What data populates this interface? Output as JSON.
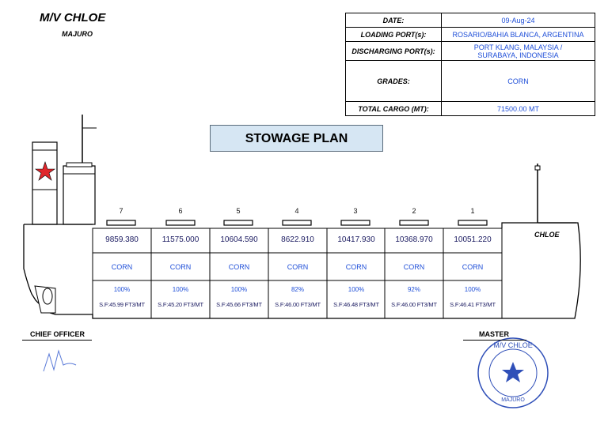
{
  "vessel": {
    "name": "M/V  CHLOE",
    "port": "MAJURO"
  },
  "info": [
    {
      "label": "DATE:",
      "value": "09-Aug-24"
    },
    {
      "label": "LOADING PORT(s):",
      "value": "ROSARIO/BAHIA BLANCA, ARGENTINA"
    },
    {
      "label": "DISCHARGING PORT(s):",
      "value1": "PORT KLANG, MALAYSIA /",
      "value2": "SURABAYA, INDONESIA"
    },
    {
      "label": "GRADES:",
      "value": "CORN"
    },
    {
      "label": "TOTAL CARGO (MT):",
      "value": "71500.00 MT"
    }
  ],
  "title": "STOWAGE PLAN",
  "holds": [
    {
      "num": "7",
      "qty": "9859.380",
      "grade": "CORN",
      "pct": "100%",
      "sf": "S.F:45.99 FT3/MT"
    },
    {
      "num": "6",
      "qty": "11575.000",
      "grade": "CORN",
      "pct": "100%",
      "sf": "S.F:45.20 FT3/MT"
    },
    {
      "num": "5",
      "qty": "10604.590",
      "grade": "CORN",
      "pct": "100%",
      "sf": "S.F:45.66 FT3/MT"
    },
    {
      "num": "4",
      "qty": "8622.910",
      "grade": "CORN",
      "pct": "82%",
      "sf": "S.F:46.00 FT3/MT"
    },
    {
      "num": "3",
      "qty": "10417.930",
      "grade": "CORN",
      "pct": "100%",
      "sf": "S.F:46.48 FT3/MT"
    },
    {
      "num": "2",
      "qty": "10368.970",
      "grade": "CORN",
      "pct": "92%",
      "sf": "S.F:46.00 FT3/MT"
    },
    {
      "num": "1",
      "qty": "10051.220",
      "grade": "CORN",
      "pct": "100%",
      "sf": "S.F:46.41 FT3/MT"
    }
  ],
  "bow_label": "CHLOE",
  "signatures": {
    "left": "CHIEF OFFICER",
    "right": "MASTER"
  },
  "stamp": {
    "top": "M/V CHLOE",
    "bottom": "MAJURO"
  },
  "colors": {
    "values": "#1f4fd8",
    "title_bg": "#d6e6f3",
    "funnel_star": "#e0262b"
  }
}
